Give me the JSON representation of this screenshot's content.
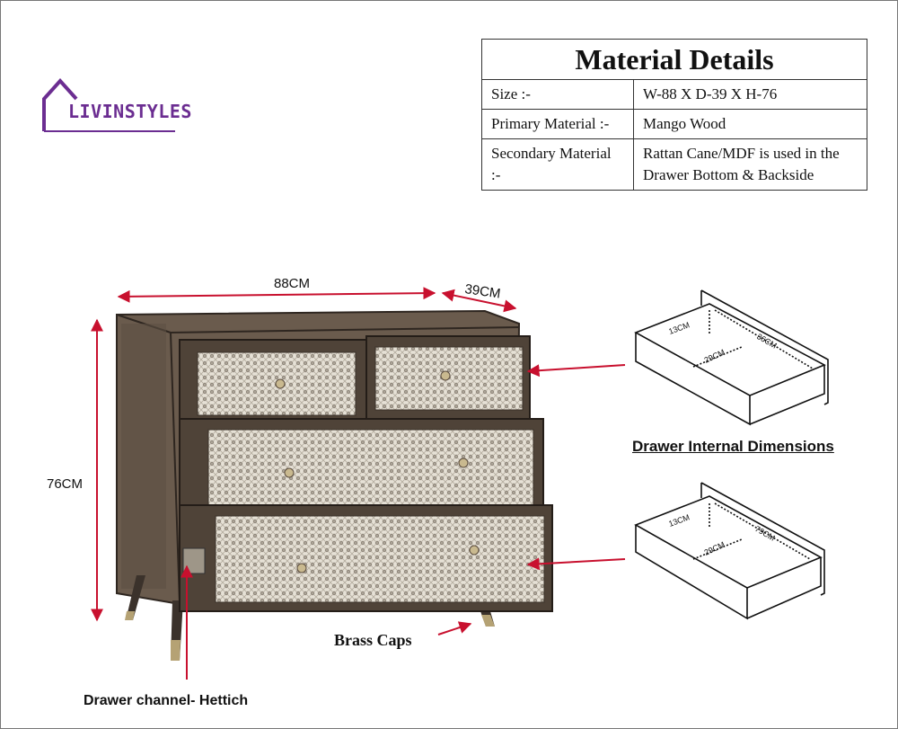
{
  "brand": {
    "name": "LIVINSTYLES",
    "logo_icon": "house-outline-icon",
    "color": "#6b2d91"
  },
  "material_details": {
    "title": "Material Details",
    "rows": [
      {
        "label": "Size :-",
        "value": "W-88 X D-39 X H-76"
      },
      {
        "label": "Primary Material :-",
        "value": "Mango Wood"
      },
      {
        "label": "Secondary Material :-",
        "value": "Rattan Cane/MDF is used in the Drawer Bottom & Backside"
      }
    ]
  },
  "dimensions": {
    "width": "88CM",
    "depth": "39CM",
    "height": "76CM"
  },
  "drawer_internal": {
    "heading": "Drawer Internal Dimensions",
    "small_drawer": {
      "height": "13CM",
      "length": "36CM",
      "depth": "29CM"
    },
    "large_drawer": {
      "height": "13CM",
      "length": "79CM",
      "depth": "29CM"
    }
  },
  "callouts": {
    "brass_caps": "Brass Caps",
    "drawer_channel": "Drawer channel- Hettich"
  },
  "colors": {
    "arrow": "#c8102e",
    "wood": "#5a4c3f",
    "cane": "#d9d4c9"
  }
}
